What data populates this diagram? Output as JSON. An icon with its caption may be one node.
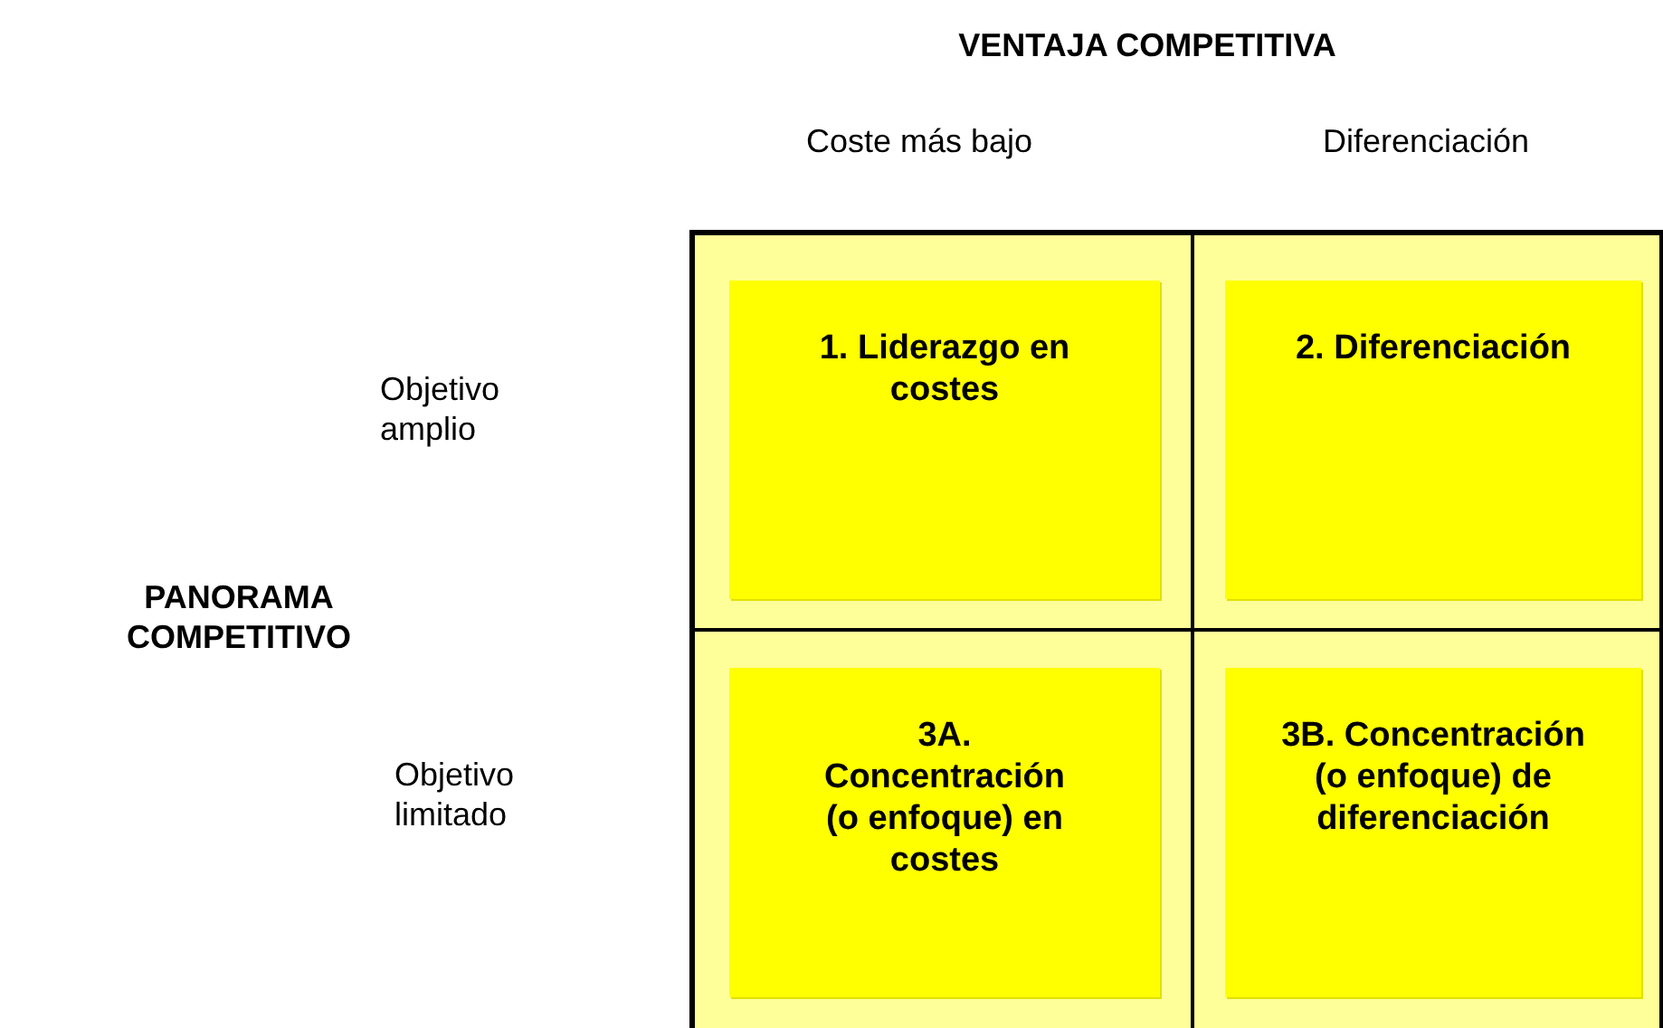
{
  "diagram": {
    "nodes": [
      {
        "text": [
          "1. Liderazgo en costes"
        ]
      },
      {
        "text": [
          "2. Diferenciación"
        ]
      },
      {
        "text": [
          "3A. Concentración (o enfoque) en costes"
        ]
      },
      {
        "text": [
          "3B. Concentración (o enfoque) de diferenciación"
        ]
      }
    ],
    "labels": [
      "VENTAJA COMPETITIVA",
      "Coste más bajo",
      "Diferenciación",
      "Objetivo amplio",
      "PANORAMA COMPETITIVO",
      "Objetivo limitado"
    ]
  }
}
